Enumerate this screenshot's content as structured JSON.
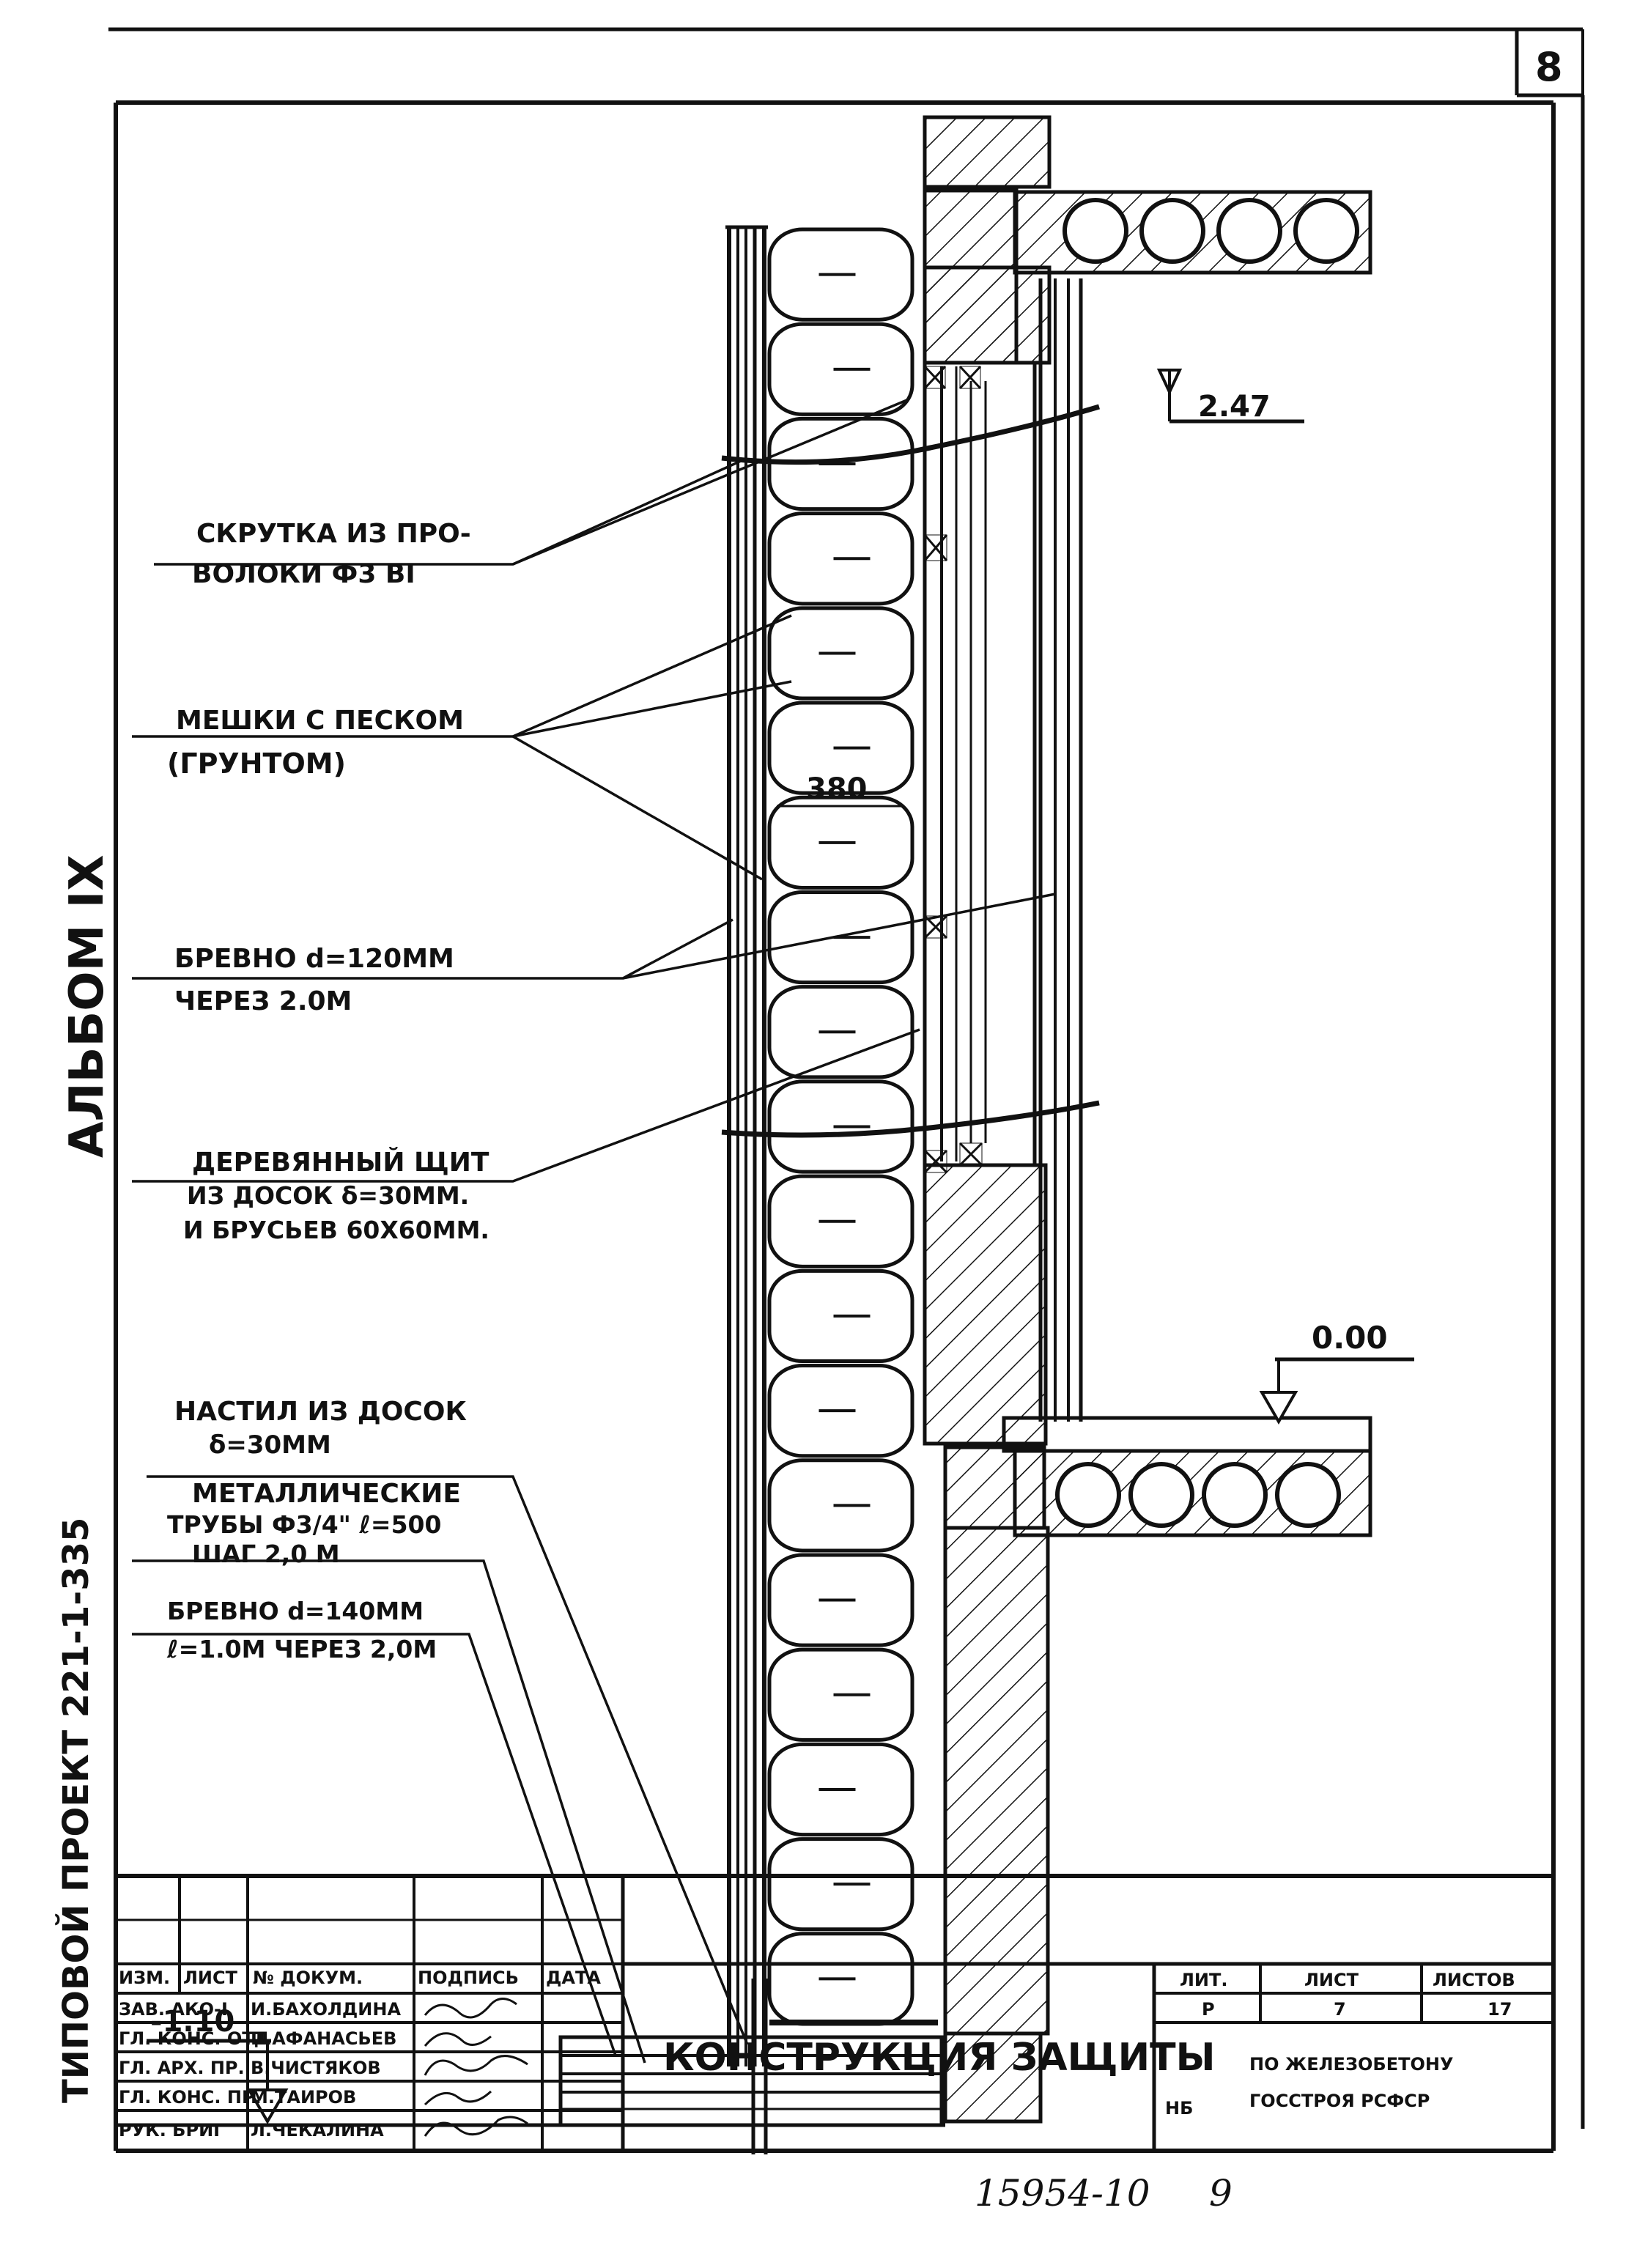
{
  "sheet": {
    "page_number": "8",
    "side_title": "ТИПОВОЙ ПРОЕКТ 221-1-335",
    "album": "АЛЬБОМ IX",
    "footer_number": "15954-10",
    "footer_sub": "9"
  },
  "levels": {
    "top": "2.47",
    "floor": "0.00",
    "bottom": "-1.10"
  },
  "dimension": "380",
  "callouts": {
    "twist_line1": "СКРУТКА ИЗ ПРО-",
    "twist_line2": "ВОЛОКИ Ф3 ВI",
    "bags_line1": "МЕШКИ С ПЕСКОМ",
    "bags_line2": "(ГРУНТОМ)",
    "log_line1": "БРЕВНО d=120ММ",
    "log_line2": "ЧЕРЕЗ 2.0М",
    "shield_line1": "ДЕРЕВЯННЫЙ ЩИТ",
    "shield_line2": "ИЗ ДОСОК δ=30ММ.",
    "shield_line3": "И БРУСЬЕВ 60Х60ММ.",
    "deck_line1": "НАСТИЛ ИЗ ДОСОК",
    "deck_line2": "δ=30ММ",
    "pipes_line1": "МЕТАЛЛИЧЕСКИЕ",
    "pipes_line2": "ТРУБЫ Ф3/4\" ℓ=500",
    "pipes_line3": "ШАГ 2,0 М",
    "log2_line1": "БРЕВНО d=140ММ",
    "log2_line2": "ℓ=1.0М ЧЕРЕЗ 2,0М"
  },
  "title_block": {
    "headers": [
      "ИЗМ.",
      "ЛИСТ",
      "№ ДОКУМ.",
      "ПОДПИСЬ",
      "ДАТА"
    ],
    "rows": [
      {
        "role": "ЗАВ. АКО-I",
        "name": "И.БАХОЛДИНА"
      },
      {
        "role": "ГЛ. КОНС. ОТД",
        "name": "П.АФАНАСЬЕВ"
      },
      {
        "role": "ГЛ. АРХ. ПР.",
        "name": "В.ЧИСТЯКОВ"
      },
      {
        "role": "ГЛ. КОНС. ПР.",
        "name": "М.ТАИРОВ"
      },
      {
        "role": "РУК. БРИГ",
        "name": "Л.ЧЕКАЛИНА"
      }
    ],
    "drawing_title": "КОНСТРУКЦИЯ ЗАЩИТЫ",
    "stage_headers": [
      "ЛИТ.",
      "ЛИСТ",
      "ЛИСТОВ"
    ],
    "stage_values": [
      "Р",
      "7",
      "17"
    ],
    "org_mark": "НБ",
    "org_line1": "ПО ЖЕЛЕЗОБЕТОНУ",
    "org_line2": "ГОССТРОЯ РСФСР"
  }
}
